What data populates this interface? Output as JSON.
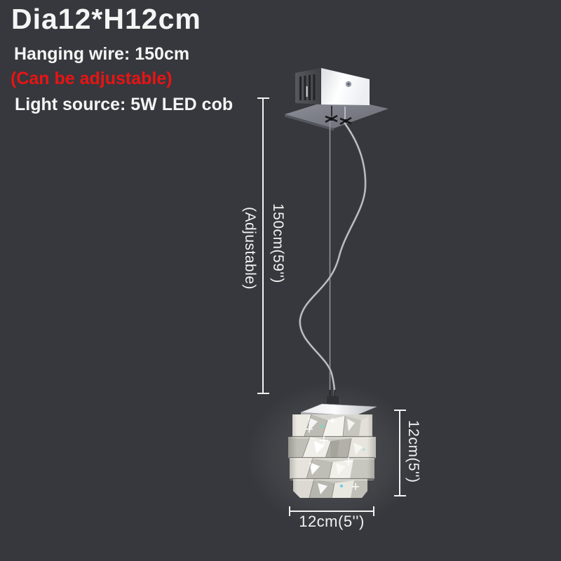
{
  "page": {
    "background_color": "#36383d",
    "text_color": "#f5f5f5",
    "accent_red": "#e81414",
    "dimension_line_color": "#f3f3f3",
    "crystal_glint_cyan": "#6fd9c6"
  },
  "header": {
    "title": "Dia12*H12cm",
    "hanging_wire": "Hanging wire: 150cm",
    "adjustable_note": "(Can be adjustable)",
    "light_source": "Light source: 5W LED cob"
  },
  "annotations": {
    "wire_length": "150cm(59'')",
    "wire_adjustable": "(Adjustable)",
    "lamp_height": "12cm(5'')",
    "lamp_width": "12cm(5'')"
  }
}
